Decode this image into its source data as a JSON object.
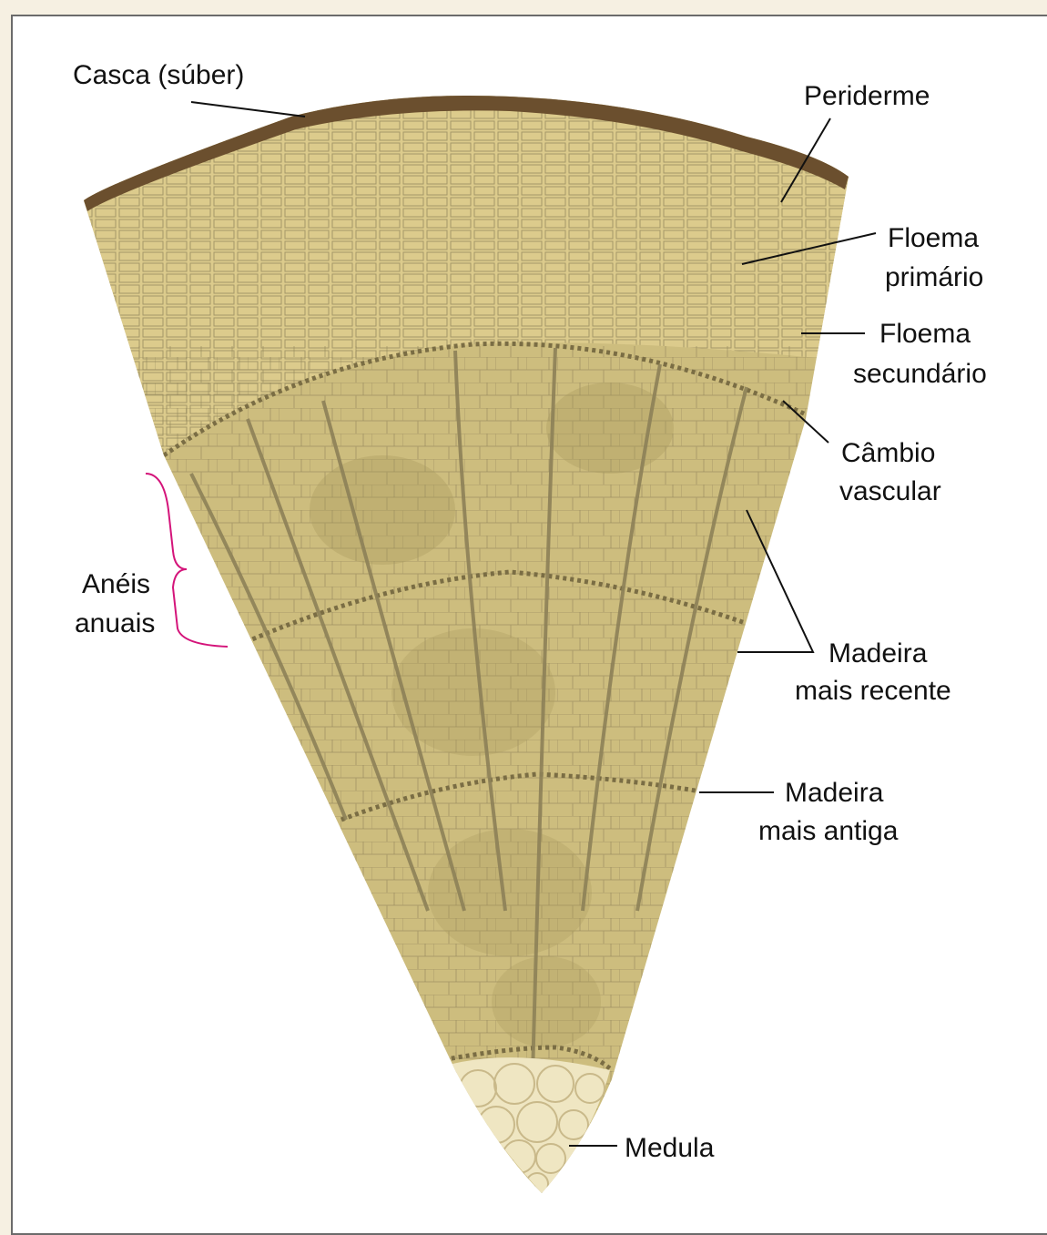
{
  "diagram": {
    "labels": {
      "casca": "Casca (súber)",
      "periderme": "Periderme",
      "floema_primario": [
        "Floema",
        "primário"
      ],
      "floema_secundario": [
        "Floema",
        "secundário"
      ],
      "cambio": [
        "Câmbio",
        "vascular"
      ],
      "aneis": [
        "Anéis",
        "anuais"
      ],
      "madeira_recente": [
        "Madeira",
        "mais recente"
      ],
      "madeira_antiga": [
        "Madeira",
        "mais antiga"
      ],
      "medula": "Medula"
    },
    "colors": {
      "background": "#f6f0e2",
      "panel": "#ffffff",
      "bark": "#6b4f2e",
      "phloem": "#dccb8c",
      "wood": "#cdbd7e",
      "wood_dark": "#a8975c",
      "ray": "#8d8158",
      "pith": "#efe6c2",
      "bracket": "#d4147a"
    }
  }
}
